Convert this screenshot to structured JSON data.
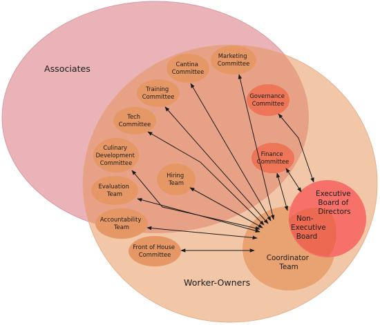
{
  "diagram": {
    "regions": {
      "associates": "Associates",
      "worker_owners": "Worker-Owners"
    },
    "committees": [
      {
        "key": "cantina",
        "lines": [
          "Cantina",
          "Committee"
        ]
      },
      {
        "key": "marketing",
        "lines": [
          "Marketing",
          "Committee"
        ]
      },
      {
        "key": "training",
        "lines": [
          "Training",
          "Committee"
        ]
      },
      {
        "key": "governance",
        "lines": [
          "Governance",
          "Committee"
        ]
      },
      {
        "key": "tech",
        "lines": [
          "Tech",
          "Committee"
        ]
      },
      {
        "key": "culinary",
        "lines": [
          "Culinary",
          "Development",
          "Committee"
        ]
      },
      {
        "key": "finance",
        "lines": [
          "Finance",
          "Committee"
        ]
      },
      {
        "key": "hiring",
        "lines": [
          "Hiring",
          "Team"
        ]
      },
      {
        "key": "evaluation",
        "lines": [
          "Evaluation",
          "Team"
        ]
      },
      {
        "key": "accountability",
        "lines": [
          "Accountability",
          "Team"
        ]
      },
      {
        "key": "front_of_house",
        "lines": [
          "Front of House",
          "Committee"
        ]
      }
    ],
    "executive_board": [
      "Executive",
      "Board of",
      "Directors"
    ],
    "non_executive_board": [
      "Non-",
      "Executive",
      "Board"
    ],
    "coordinator_team": [
      "Coordinator",
      "Team"
    ]
  },
  "colors": {
    "associates_fill": "#e9b3b8",
    "worker_owners_fill": "#f2c7a8",
    "overlap_fill": "#e7a187",
    "committee_fill": "#e59766",
    "committee_highlight_fill": "#ec7657",
    "executive_fill": "#f5716a",
    "coordinator_fill": "#e9a373",
    "arrow": "#1a1a1a"
  }
}
